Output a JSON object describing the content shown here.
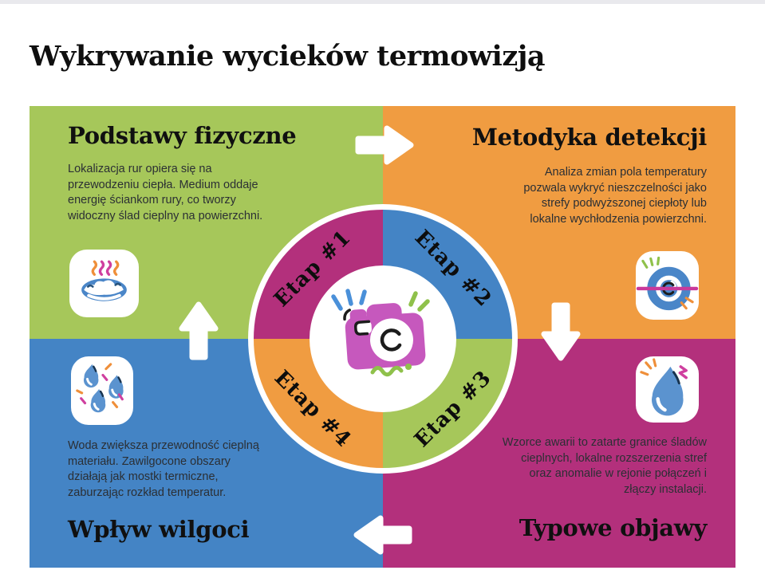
{
  "page": {
    "title": "Wykrywanie wycieków termowizją"
  },
  "quadrants": {
    "top_left": {
      "heading": "Podstawy fizyczne",
      "body": "Lokalizacja rur opiera się na przewodzeniu ciepła. Medium oddaje energię ściankom rury, co tworzy widoczny ślad cieplny na powierzchni.",
      "color": "#a6c75a",
      "icon": "hot-spring-icon"
    },
    "top_right": {
      "heading": "Metodyka detekcji",
      "body": "Analiza zmian pola temperatury pozwala wykryć nieszczelności jako strefy podwyższonej ciepłoty lub lokalne wychłodzenia powierzchni.",
      "color": "#f09c41",
      "icon": "thermal-lens-icon"
    },
    "bottom_left": {
      "heading": "Wpływ wilgoci",
      "body": "Woda zwiększa przewodność cieplną materiału. Zawilgocone obszary działają jak mostki termiczne, zaburzając rozkład temperatur.",
      "color": "#4484c5",
      "icon": "droplets-icon"
    },
    "bottom_right": {
      "heading": "Typowe objawy",
      "body": "Wzorce awarii to zatarte granice śladów cieplnych, lokalne rozszerzenia stref oraz anomalie w rejonie połączeń i złączy instalacji.",
      "color": "#b3307c",
      "icon": "droplet-icon"
    }
  },
  "wheel": {
    "center_icon": "camera-icon",
    "stages": [
      {
        "label": "Etap #1",
        "color": "#b3307c"
      },
      {
        "label": "Etap #2",
        "color": "#4484c5"
      },
      {
        "label": "Etap #3",
        "color": "#a6c75a"
      },
      {
        "label": "Etap #4",
        "color": "#f09c41"
      }
    ]
  },
  "arrows": [
    {
      "name": "arrow-right-icon",
      "direction": "right"
    },
    {
      "name": "arrow-down-icon",
      "direction": "down"
    },
    {
      "name": "arrow-left-icon",
      "direction": "left"
    },
    {
      "name": "arrow-up-icon",
      "direction": "up"
    }
  ],
  "colors": {
    "green": "#a6c75a",
    "orange": "#f09c41",
    "blue": "#4484c5",
    "magenta": "#b3307c",
    "camera_pink": "#c658bd",
    "accent_blue": "#4a90d9",
    "accent_green": "#8fc14b",
    "accent_orange": "#ef8f3a",
    "accent_pink": "#cf3f9f",
    "text_dark": "#101010"
  }
}
